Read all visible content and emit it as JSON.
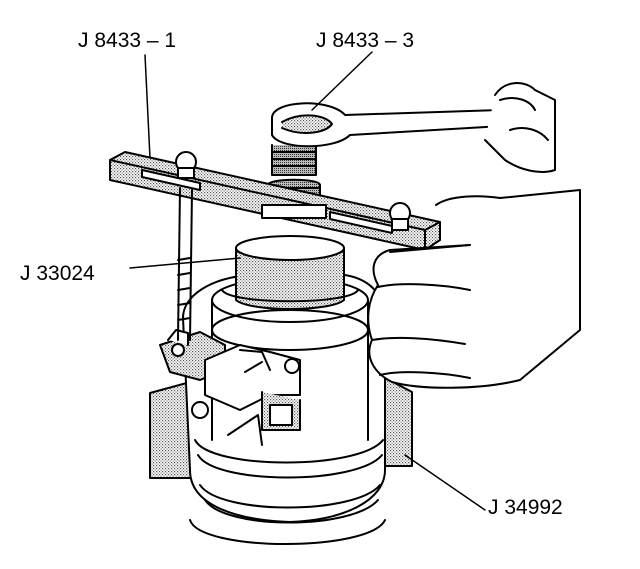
{
  "callouts": {
    "tool_1": "J 8433 – 1",
    "tool_2": "J 8433 – 3",
    "tool_3": "J 33024",
    "tool_4": "J 34992"
  },
  "colors": {
    "ink": "#000000",
    "paper": "#ffffff",
    "shade": "#b5b5b5",
    "shade_dark": "#8a8a8a"
  }
}
